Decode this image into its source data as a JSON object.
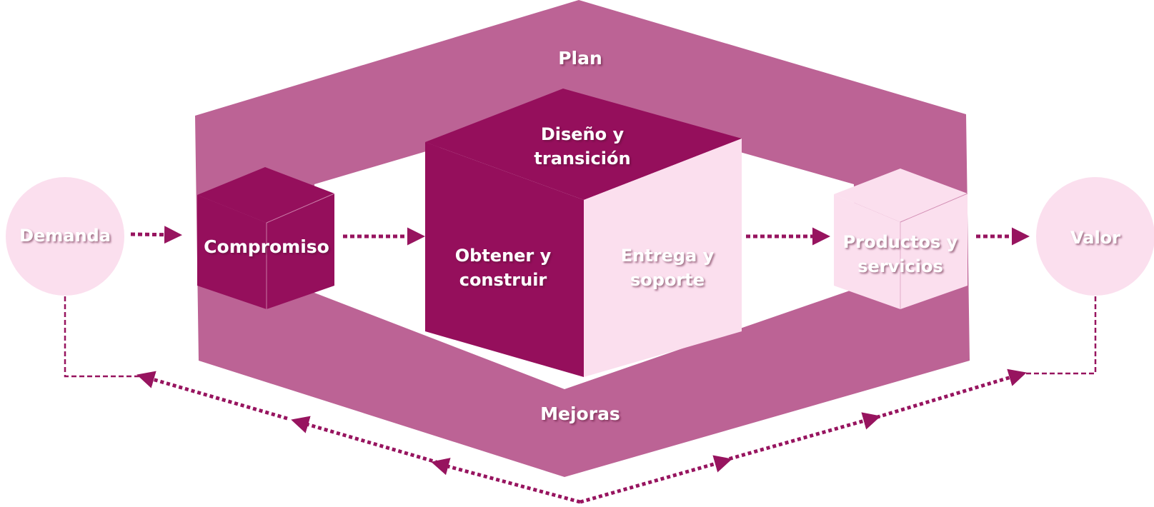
{
  "colors": {
    "band": "#bc6395",
    "dark": "#950f5c",
    "light": "#fbdfee",
    "arrow": "#97145f",
    "text": "#ffffff"
  },
  "labels": {
    "plan": "Plan",
    "mejoras": "Mejoras",
    "demanda": "Demanda",
    "valor": "Valor",
    "compromiso": "Compromiso",
    "diseno_line1": "Diseño y",
    "diseno_line2": "transición",
    "obtener_line1": "Obtener y",
    "obtener_line2": "construir",
    "entrega_line1": "Entrega y",
    "entrega_line2": "soporte",
    "productos_line1": "Productos y",
    "productos_line2": "servicios"
  }
}
